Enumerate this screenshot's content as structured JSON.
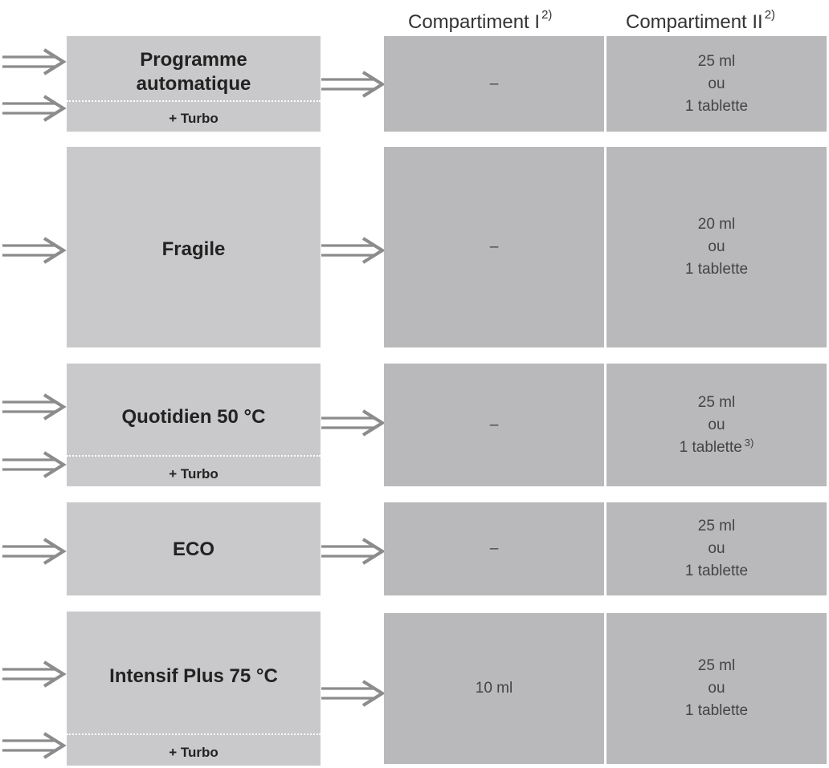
{
  "headers": {
    "compartment1": "Compartiment I",
    "compartment1_note": "2)",
    "compartment2": "Compartiment II",
    "compartment2_note": "2)"
  },
  "colors": {
    "program_box": "#c9c9cb",
    "dose_box": "#b9b9bb",
    "arrow": "#8c8c8e"
  },
  "rows": [
    {
      "program_line1": "Programme",
      "program_line2": "automatique",
      "turbo": "+ Turbo",
      "dose1": "–",
      "dose2_line1": "25 ml",
      "dose2_line2": "ou",
      "dose2_line3": "1 tablette"
    },
    {
      "program": "Fragile",
      "dose1": "–",
      "dose2_line1": "20 ml",
      "dose2_line2": "ou",
      "dose2_line3": "1 tablette"
    },
    {
      "program": "Quotidien 50 °C",
      "turbo": "+ Turbo",
      "dose1": "–",
      "dose2_line1": "25 ml",
      "dose2_line2": "ou",
      "dose2_line3": "1 tablette",
      "dose2_note": "3)"
    },
    {
      "program": "ECO",
      "dose1": "–",
      "dose2_line1": "25 ml",
      "dose2_line2": "ou",
      "dose2_line3": "1 tablette"
    },
    {
      "program": "Intensif Plus 75 °C",
      "turbo": "+ Turbo",
      "dose1": "10 ml",
      "dose2_line1": "25 ml",
      "dose2_line2": "ou",
      "dose2_line3": "1 tablette"
    }
  ]
}
